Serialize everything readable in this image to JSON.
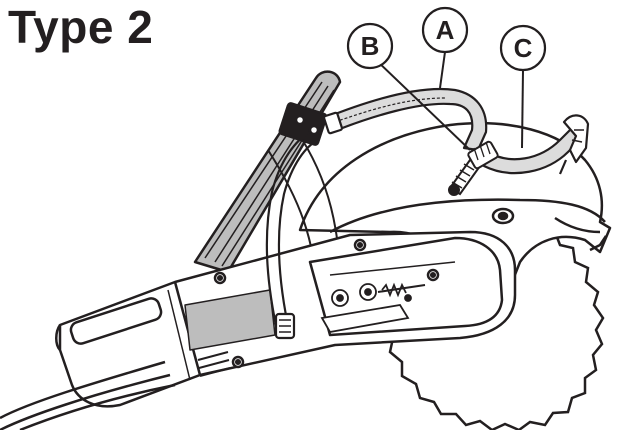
{
  "title": "Type 2",
  "callouts": {
    "a": "A",
    "b": "B",
    "c": "C"
  },
  "colors": {
    "ink": "#231f20",
    "shade": "#bdbdbd",
    "light_shade": "#dcdcdc",
    "paper": "#ffffff"
  }
}
